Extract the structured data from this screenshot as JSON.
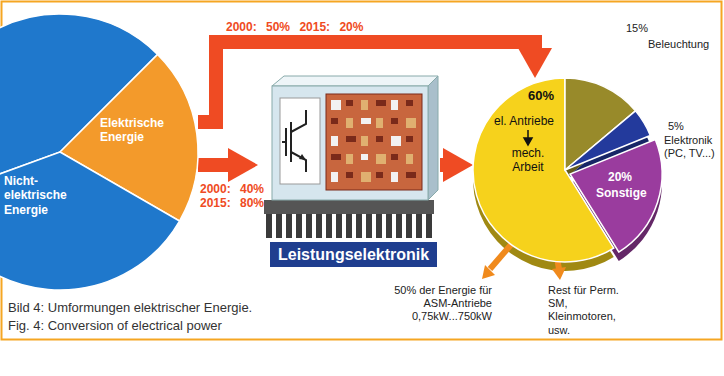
{
  "diagram": {
    "caption": "Bild 4: Umformungen elektrischer Energie.",
    "nodes": [
      {
        "text": [
          "Elektrische Energie"
        ]
      },
      {
        "text": [
          "Nicht-elektrische Energie"
        ]
      },
      {
        "text": [
          "Leistungselektronik"
        ]
      },
      {
        "text": [
          "60%",
          "el. Antriebe",
          "mech. Arbeit"
        ]
      },
      {
        "text": [
          "15%",
          "Beleuchtung"
        ]
      },
      {
        "text": [
          "5%",
          "Elektronik (PC, TV...)"
        ]
      },
      {
        "text": [
          "20%",
          "Sonstige"
        ]
      }
    ],
    "edges": [
      {
        "from": 0,
        "to": 3,
        "arrow": "to",
        "label": "2000: 50% 2015: 20%"
      },
      {
        "from": 0,
        "to": 2,
        "arrow": "to",
        "label": "2000: 40% 2015: 80%"
      },
      {
        "from": 2,
        "to": 3,
        "arrow": "to"
      }
    ],
    "labels": [
      "50% der Energie für ASM-Antriebe 0,75kW...750kW",
      "Rest für Perm. SM, Kleinmotoren, usw.",
      "Fig. 4: Conversion of electrical power"
    ]
  }
}
